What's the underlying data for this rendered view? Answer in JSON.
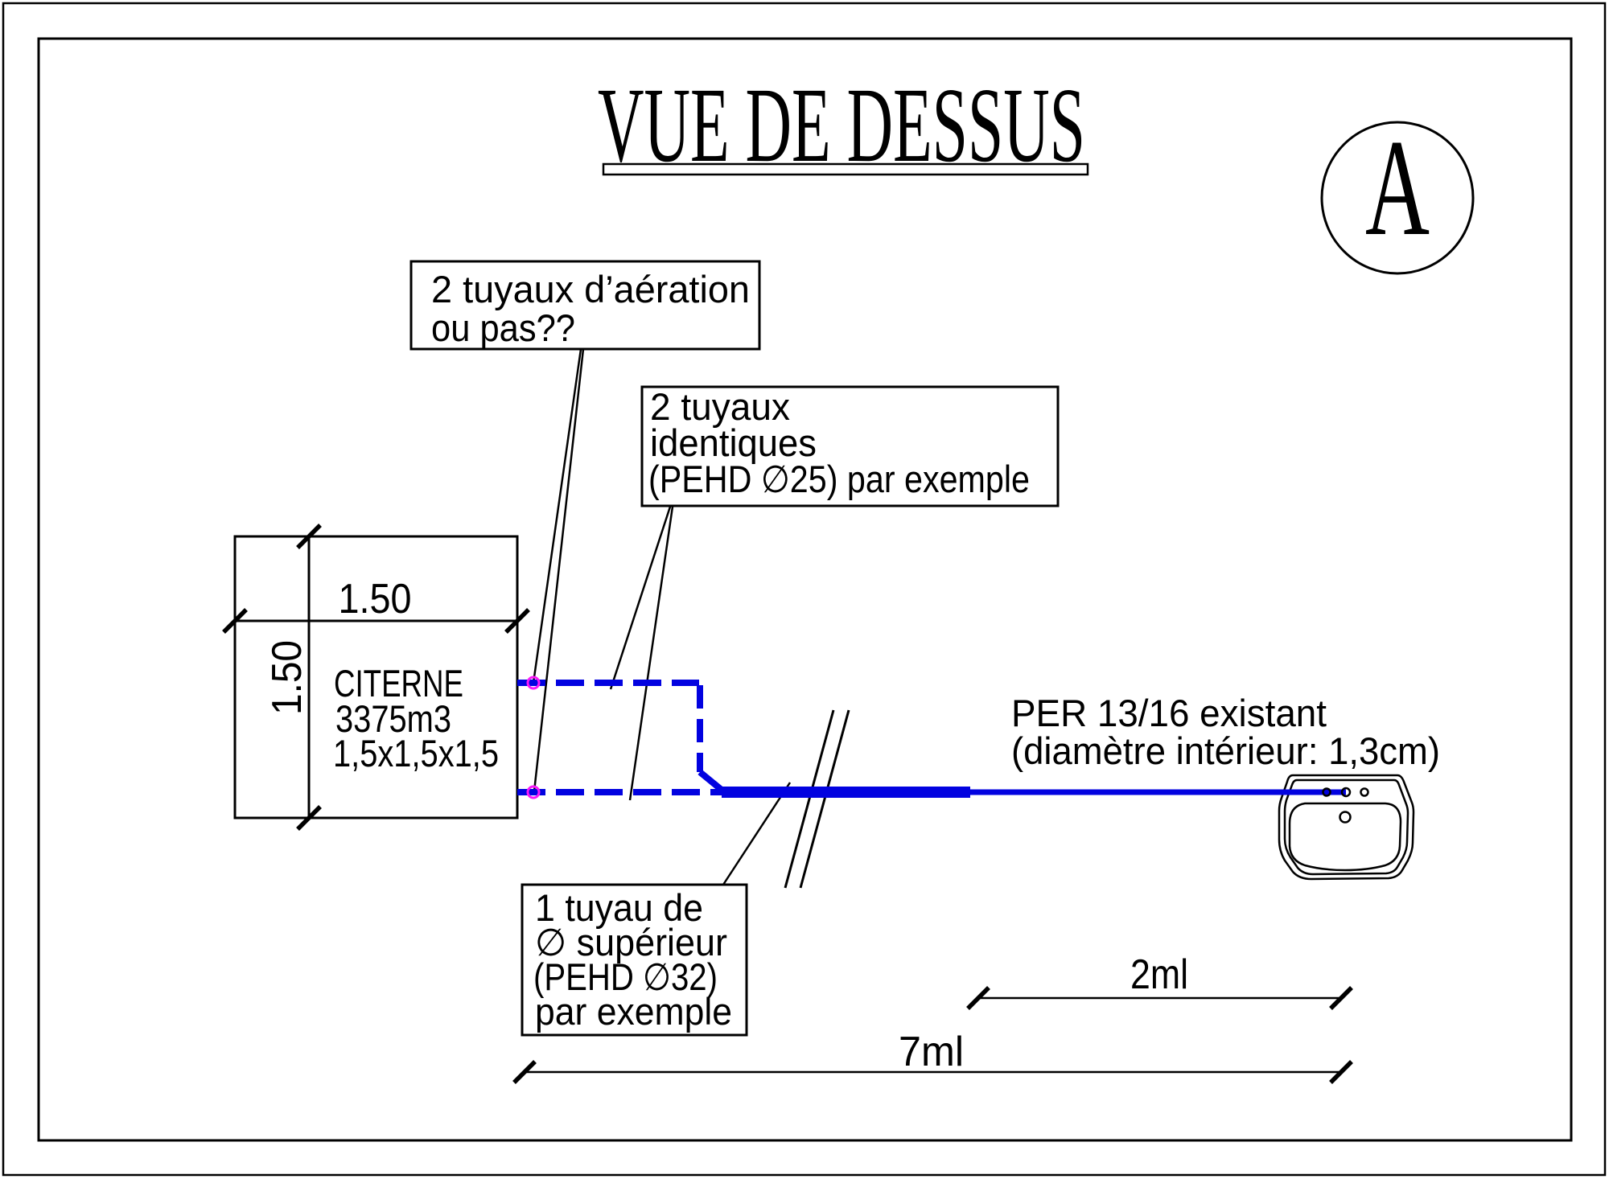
{
  "title": "VUE DE DESSUS",
  "section_marker": "A",
  "colors": {
    "pipe_blue": "#0202e0",
    "connector_magenta": "#f918f9",
    "ink_black": "#000000"
  },
  "callouts": {
    "aeration": {
      "lines": [
        "2 tuyaux d’aération",
        "ou pas??"
      ]
    },
    "identical_pipes": {
      "lines": [
        "2 tuyaux",
        "identiques",
        "(PEHD ∅25) par exemple"
      ]
    },
    "larger_pipe": {
      "lines": [
        "1 tuyau de",
        "∅ supérieur",
        "(PEHD ∅32)",
        "par exemple"
      ]
    }
  },
  "tank": {
    "label_lines": [
      "CITERNE",
      "3375m3",
      "1,5x1,5x1,5"
    ],
    "width_dim": "1.50",
    "depth_dim": "1.50"
  },
  "pipe_note": {
    "lines": [
      "PER 13/16 existant",
      "(diamètre intérieur: 1,3cm)"
    ]
  },
  "dimensions": {
    "sink_run": "2ml",
    "total_run": "7ml"
  }
}
